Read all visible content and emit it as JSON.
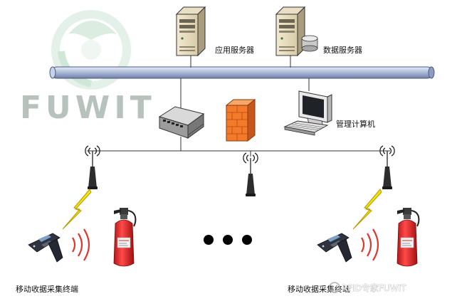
{
  "watermark": {
    "brand": "FUWIT",
    "footer": "RFID专家FUWIT"
  },
  "labels": {
    "app_server": "应用服务器",
    "data_server": "数据服务器",
    "admin_pc": "管理计算机",
    "terminal_left": "移动收据采集终端",
    "terminal_right": "移动收据采集终端"
  },
  "colors": {
    "backbone": "#aab8d8",
    "firewall": "#f27a2a",
    "extinguisher": "#e52424",
    "lightning": "#f4e20c",
    "signal": "#e0362c"
  }
}
